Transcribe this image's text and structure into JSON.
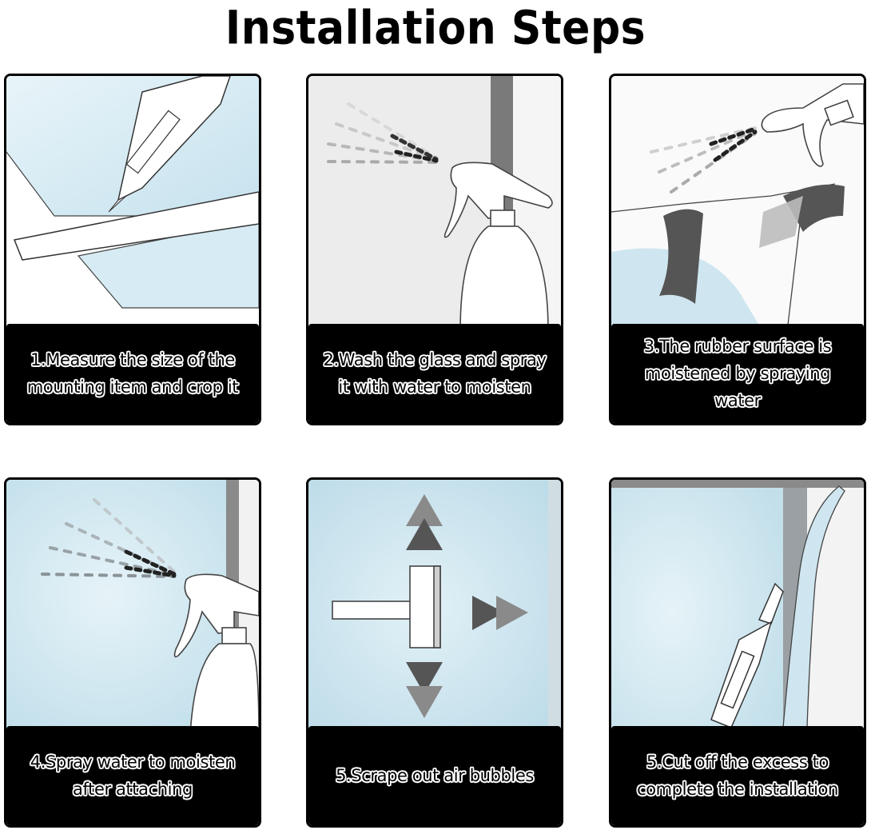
{
  "title": "Installation Steps",
  "steps": [
    {
      "caption": "1.Measure the size of the mounting item and crop it"
    },
    {
      "caption": "2.Wash the glass and spray it with water to moisten"
    },
    {
      "caption": "3.The rubber surface is moistened by spraying water"
    },
    {
      "caption": "4.Spray water to moisten after attaching"
    },
    {
      "caption": "5.Scrape out air bubbles"
    },
    {
      "caption": "5.Cut off the excess to complete the installation"
    }
  ],
  "colors": {
    "glass": "#cfe6f0",
    "caption_bg": "#000000",
    "frame": "#7a7a7a"
  }
}
